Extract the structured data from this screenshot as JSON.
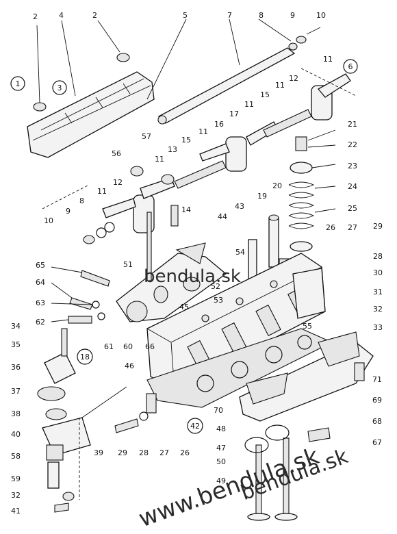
{
  "watermarks": {
    "top": "bendula.sk",
    "bottom_right": "bendula.sk",
    "bottom_diag": "www.bendula.sk"
  },
  "group_labels": [
    "1",
    "3",
    "6",
    "18",
    "42"
  ],
  "part_labels": {
    "top": [
      "2",
      "4",
      "2",
      "5",
      "7",
      "8",
      "9",
      "10",
      "11",
      "12",
      "11",
      "15",
      "17",
      "11",
      "16",
      "21",
      "22",
      "23",
      "24",
      "25"
    ],
    "left": [
      "56",
      "57",
      "13",
      "11",
      "12",
      "15",
      "11",
      "8",
      "9",
      "10",
      "14",
      "11",
      "20",
      "19",
      "43",
      "44",
      "26",
      "27",
      "29",
      "28"
    ],
    "middle": [
      "65",
      "51",
      "54",
      "52",
      "45",
      "53",
      "64",
      "63",
      "62",
      "61",
      "60",
      "66",
      "46",
      "55",
      "30",
      "31",
      "32",
      "33",
      "34",
      "35",
      "36",
      "37",
      "38",
      "40",
      "58",
      "59",
      "32",
      "41",
      "39"
    ],
    "bottom": [
      "29",
      "28",
      "27",
      "26",
      "70",
      "48",
      "47",
      "50",
      "49",
      "71",
      "69",
      "68",
      "67"
    ]
  }
}
